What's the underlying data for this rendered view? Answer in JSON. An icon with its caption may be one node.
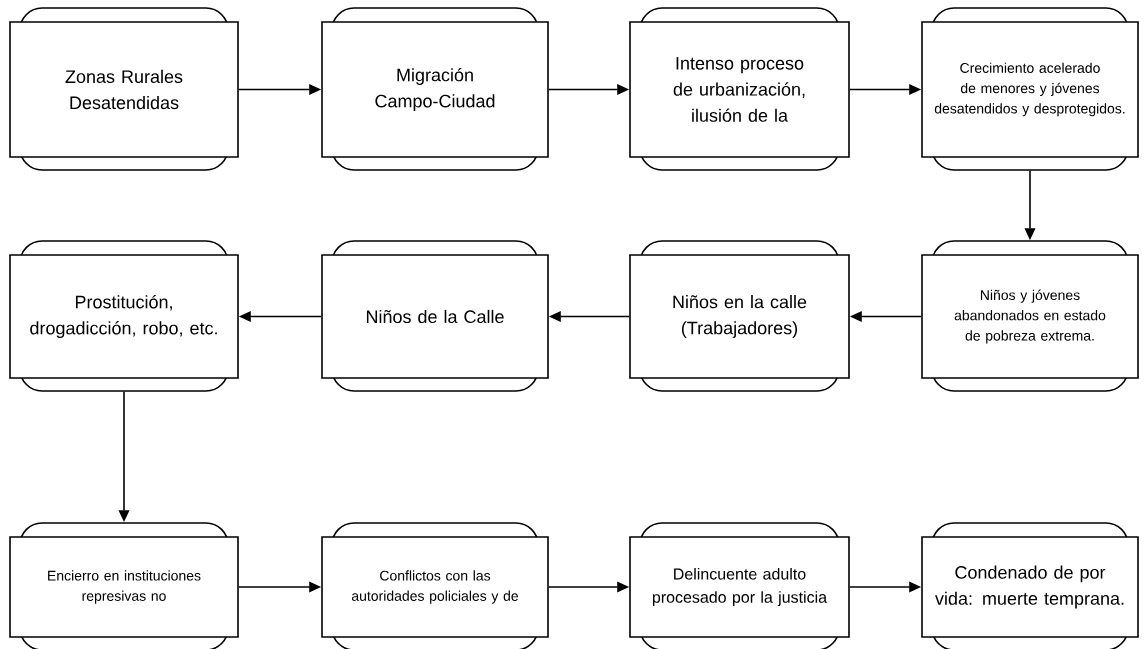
{
  "diagram": {
    "nodes": [
      {
        "text": [
          "Zonas Rurales Desatendidas"
        ]
      },
      {
        "text": [
          "Migración Campo-Ciudad"
        ]
      },
      {
        "text": [
          "Intenso proceso de urbanización, ilusión de la"
        ]
      },
      {
        "text": [
          "Crecimiento acelerado de menores y jóvenes desatendidos y desprotegidos."
        ]
      },
      {
        "text": [
          "Prostitución, drogadicción, robo, etc."
        ]
      },
      {
        "text": [
          "Niños de la Calle"
        ]
      },
      {
        "text": [
          "Niños en la calle (Trabajadores)"
        ]
      },
      {
        "text": [
          "Niños y jóvenes abandonados en estado de pobreza extrema."
        ]
      },
      {
        "text": [
          "Encierro en instituciones represivas no"
        ]
      },
      {
        "text": [
          "Conflictos con las autoridades policiales y de"
        ]
      },
      {
        "text": [
          "Delincuente adulto procesado por la justicia"
        ]
      },
      {
        "text": [
          "Condenado de por vida: muerte temprana."
        ]
      }
    ],
    "edges": [
      {
        "from": 0,
        "to": 1,
        "arrow": "to"
      },
      {
        "from": 1,
        "to": 2,
        "arrow": "to"
      },
      {
        "from": 2,
        "to": 3,
        "arrow": "to"
      },
      {
        "from": 3,
        "to": 7,
        "arrow": "to"
      },
      {
        "from": 7,
        "to": 6,
        "arrow": "to"
      },
      {
        "from": 6,
        "to": 5,
        "arrow": "to"
      },
      {
        "from": 5,
        "to": 4,
        "arrow": "to"
      },
      {
        "from": 4,
        "to": 8,
        "arrow": "to"
      },
      {
        "from": 8,
        "to": 9,
        "arrow": "to"
      },
      {
        "from": 9,
        "to": 10,
        "arrow": "to"
      },
      {
        "from": 10,
        "to": 11,
        "arrow": "to"
      }
    ]
  }
}
